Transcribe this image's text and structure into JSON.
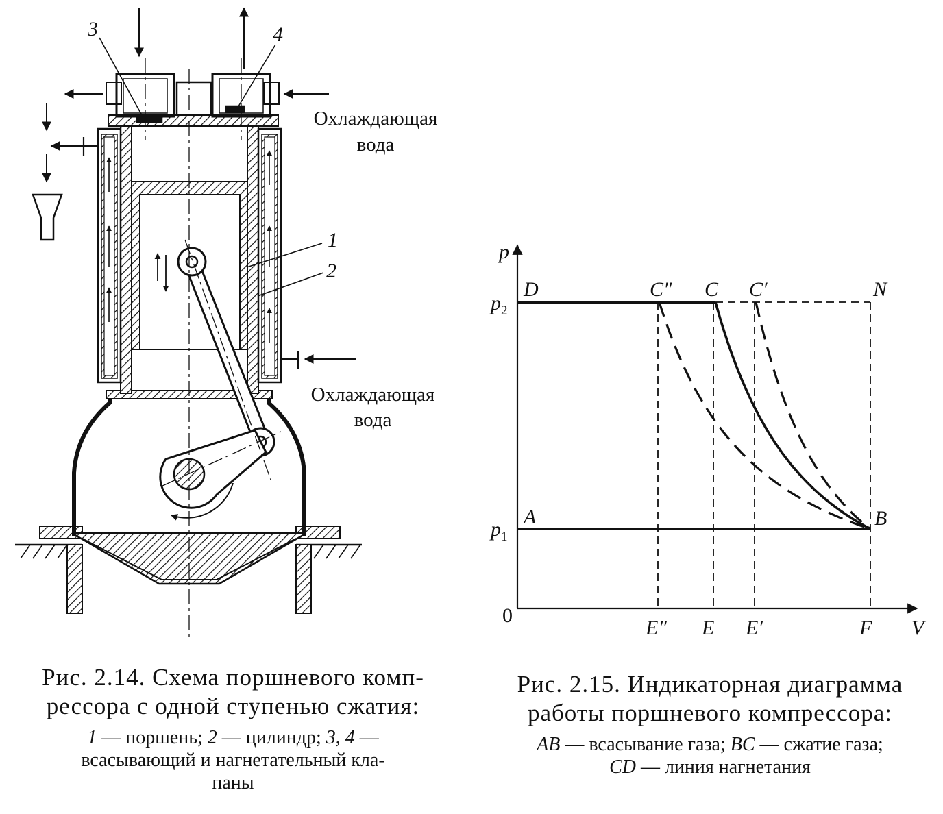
{
  "figure_left": {
    "part_labels": [
      "1",
      "2",
      "3",
      "4"
    ],
    "cooling_water_top": [
      "Охлаждающая",
      "вода"
    ],
    "cooling_water_bottom": [
      "Охлаждающая",
      "вода"
    ],
    "caption": {
      "title_lines": [
        "Рис. 2.14. Схема поршневого комп-",
        "рессора с одной ступенью сжатия:"
      ],
      "legend": {
        "n1": "1",
        "t1": " — поршень; ",
        "n2": "2",
        "t2": " — цилиндр; ",
        "n3": "3",
        "t3": ", ",
        "n4": "4",
        "t4": " —",
        "line2": "всасывающий и нагнетательный кла-",
        "line3": "паны"
      }
    }
  },
  "figure_right": {
    "axis_labels": {
      "p": "p",
      "V": "V",
      "origin": "0"
    },
    "pressure_labels": {
      "p2": {
        "base": "p",
        "sub": "2"
      },
      "p1": {
        "base": "p",
        "sub": "1"
      }
    },
    "point_labels": {
      "D": "D",
      "C2": "C″",
      "C": "C",
      "C1": "C′",
      "N": "N",
      "A": "A",
      "B": "B",
      "E2": "E″",
      "E": "E",
      "E1": "E′",
      "F": "F"
    },
    "caption": {
      "title_lines": [
        "Рис. 2.15. Индикаторная диаграмма",
        "работы поршневого компрессора:"
      ],
      "legend": {
        "ab": "AB",
        "ab_text": " — всасывание газа; ",
        "bc": "BC",
        "bc_text": " — сжатие газа;",
        "cd": "CD",
        "cd_text": " — линия нагнетания"
      }
    }
  }
}
